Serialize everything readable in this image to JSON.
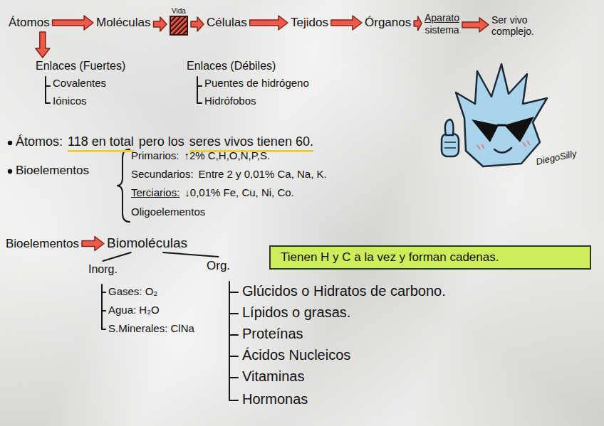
{
  "diagram": {
    "nodes": [
      {
        "text": [
          "Átomos"
        ]
      },
      {
        "text": [
          "Moléculas"
        ]
      },
      {
        "text": [
          "Vida"
        ]
      },
      {
        "text": [
          "Células"
        ]
      },
      {
        "text": [
          "Tejidos"
        ]
      },
      {
        "text": [
          "Órganos"
        ]
      },
      {
        "text": [
          "Aparato",
          "sistema"
        ]
      },
      {
        "text": [
          "Ser vivo complejo."
        ]
      },
      {
        "text": [
          "Enlaces (Fuertes)"
        ]
      },
      {
        "text": [
          "Bioelementos"
        ]
      },
      {
        "text": [
          "Biomoléculas"
        ]
      },
      {
        "text": [
          "Inorg."
        ]
      },
      {
        "text": [
          "Org."
        ]
      },
      {
        "text": [
          "Tienen H y C a la vez y forman cadenas."
        ]
      }
    ],
    "edges": [
      {
        "from": 0,
        "to": 1,
        "arrow": "to"
      },
      {
        "from": 1,
        "to": 2,
        "arrow": "to"
      },
      {
        "from": 2,
        "to": 3,
        "arrow": "to"
      },
      {
        "from": 3,
        "to": 4,
        "arrow": "to"
      },
      {
        "from": 4,
        "to": 5,
        "arrow": "to"
      },
      {
        "from": 5,
        "to": 6,
        "arrow": "to"
      },
      {
        "from": 6,
        "to": 7,
        "arrow": "to"
      },
      {
        "from": 0,
        "to": 8,
        "arrow": "to"
      },
      {
        "from": 9,
        "to": 10,
        "arrow": "to"
      },
      {
        "from": 10,
        "to": 11,
        "arrow": "none"
      },
      {
        "from": 10,
        "to": 12,
        "arrow": "none"
      }
    ],
    "labels": [
      "Covalentes",
      "Iónicos",
      "Enlaces (Débiles)",
      "Puentes de hidrógeno",
      "Hidrófobos",
      "Átomos:",
      "118 en total",
      "pero los",
      "seres vivos tienen 60.",
      "Bioelementos",
      "Primarios:",
      "↑2% C,H,O,N,P,S.",
      "Secundarios:",
      "Entre 2 y 0,01% Ca, Na, K.",
      "Terciarios:",
      "↓0,01% Fe, Cu, Ni, Co.",
      "Oligoelementos",
      "Gases: O₂",
      "Agua: H₂O",
      "S.Minerales: ClNa",
      "Glúcidos o Hidratos de carbono.",
      "Lípidos o grasas.",
      "Proteínas",
      "Ácidos Nucleicos",
      "Vitaminas",
      "Hormonas",
      "DiegoSilly"
    ]
  }
}
